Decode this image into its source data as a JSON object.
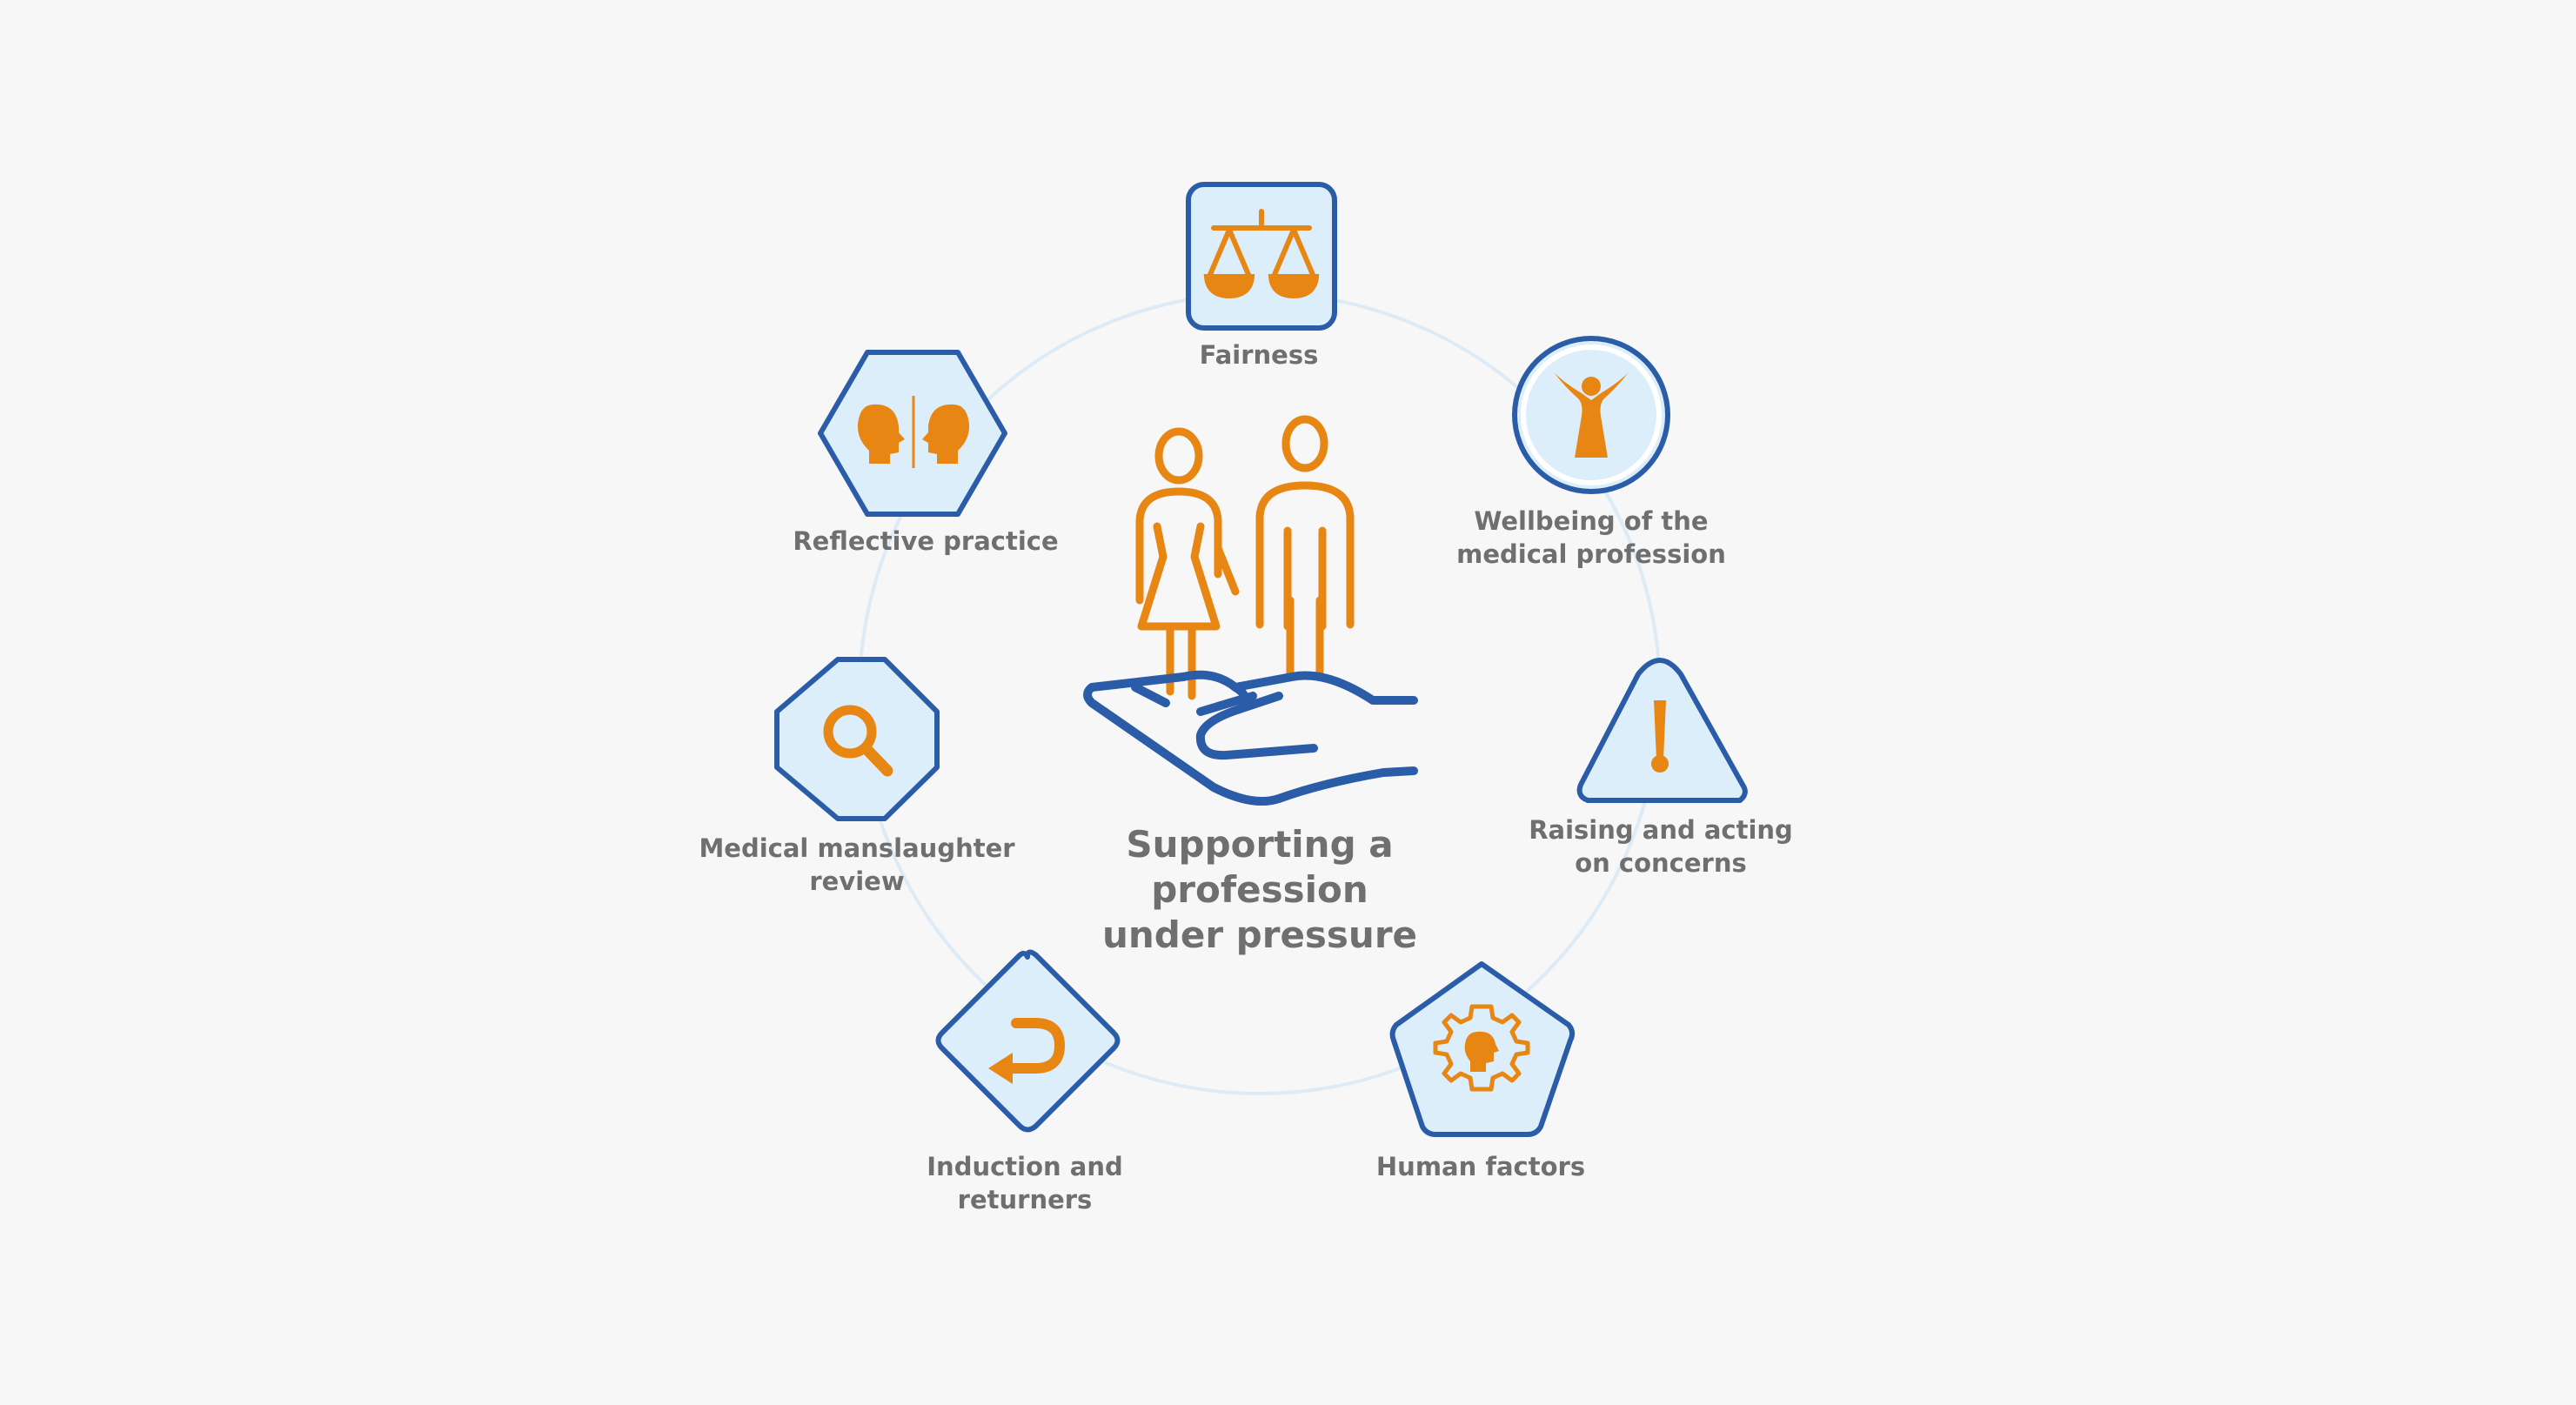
{
  "colors": {
    "blue": "#2b5ca8",
    "orange": "#e88613",
    "fill": "#ddeefb",
    "ring": "#d6e8f6",
    "text": "#6f6f6f"
  },
  "center": {
    "line1": "Supporting a",
    "line2": "profession",
    "line3": "under pressure",
    "icon": "hand-holding-people-icon"
  },
  "items": [
    {
      "id": "fairness",
      "lines": [
        "Fairness"
      ],
      "icon": "scales-icon",
      "shape": "rounded-square"
    },
    {
      "id": "wellbeing",
      "lines": [
        "Wellbeing of the",
        "medical profession"
      ],
      "icon": "person-arms-up-icon",
      "shape": "circle"
    },
    {
      "id": "raising",
      "lines": [
        "Raising and acting",
        "on concerns"
      ],
      "icon": "exclamation-icon",
      "shape": "triangle"
    },
    {
      "id": "human",
      "lines": [
        "Human factors"
      ],
      "icon": "head-gear-icon",
      "shape": "pentagon"
    },
    {
      "id": "induction",
      "lines": [
        "Induction and",
        "returners"
      ],
      "icon": "return-arrow-icon",
      "shape": "diamond"
    },
    {
      "id": "manslaughter",
      "lines": [
        "Medical manslaughter",
        "review"
      ],
      "icon": "magnifier-icon",
      "shape": "octagon"
    },
    {
      "id": "reflective",
      "lines": [
        "Reflective practice"
      ],
      "icon": "two-heads-icon",
      "shape": "hexagon"
    }
  ]
}
